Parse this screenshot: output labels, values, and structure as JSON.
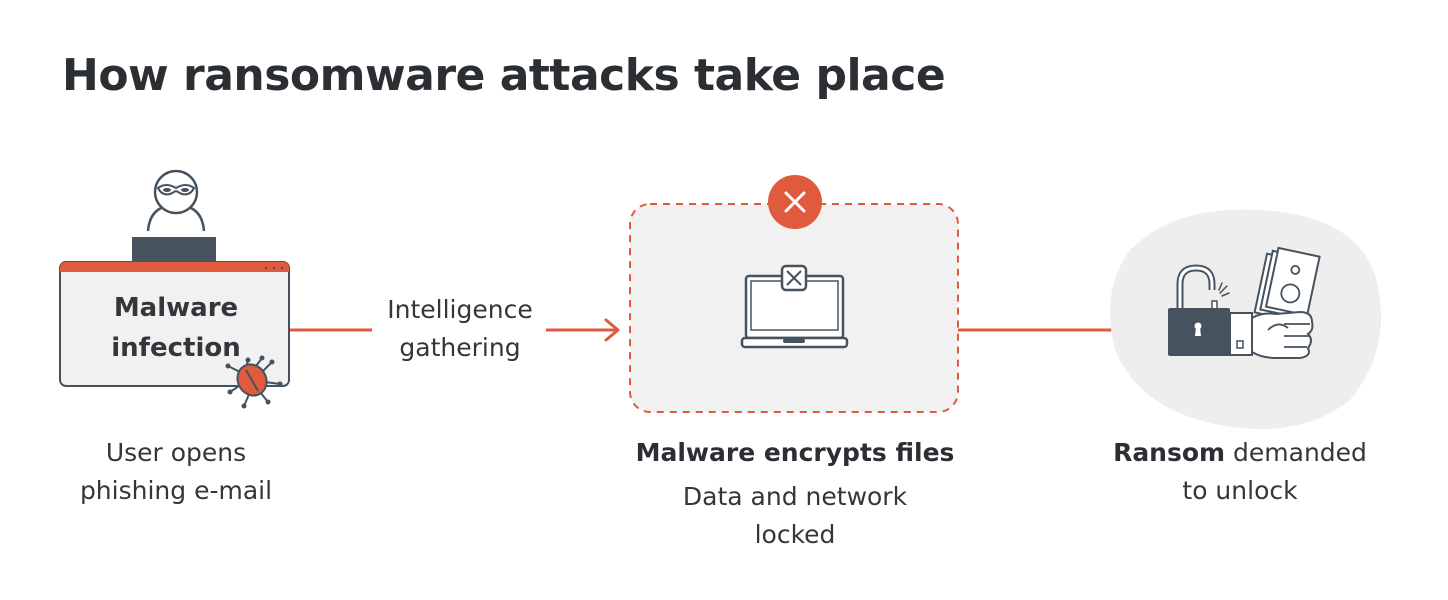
{
  "title": "How ransomware attacks take place",
  "colors": {
    "accent": "#e05a3e",
    "dark": "#46535e",
    "panel": "#f1f1f1",
    "text": "#2e3236"
  },
  "steps": [
    {
      "id": "infection",
      "box_label_line1": "Malware",
      "box_label_line2": "infection",
      "caption_line1": "User opens",
      "caption_line2": "phishing e-mail",
      "icons": [
        "hacker-icon",
        "browser-window-icon",
        "bug-icon"
      ]
    },
    {
      "id": "intelligence",
      "label_line1": "Intelligence",
      "label_line2": "gathering"
    },
    {
      "id": "encryption",
      "caption_bold": "Malware encrypts files",
      "caption_line1": "Data and network",
      "caption_line2": "locked",
      "icons": [
        "error-x-icon",
        "laptop-locked-icon"
      ]
    },
    {
      "id": "ransom",
      "caption_bold": "Ransom",
      "caption_rest": " demanded",
      "caption_line2": "to unlock",
      "icons": [
        "broken-padlock-icon",
        "hand-with-money-icon"
      ]
    }
  ]
}
